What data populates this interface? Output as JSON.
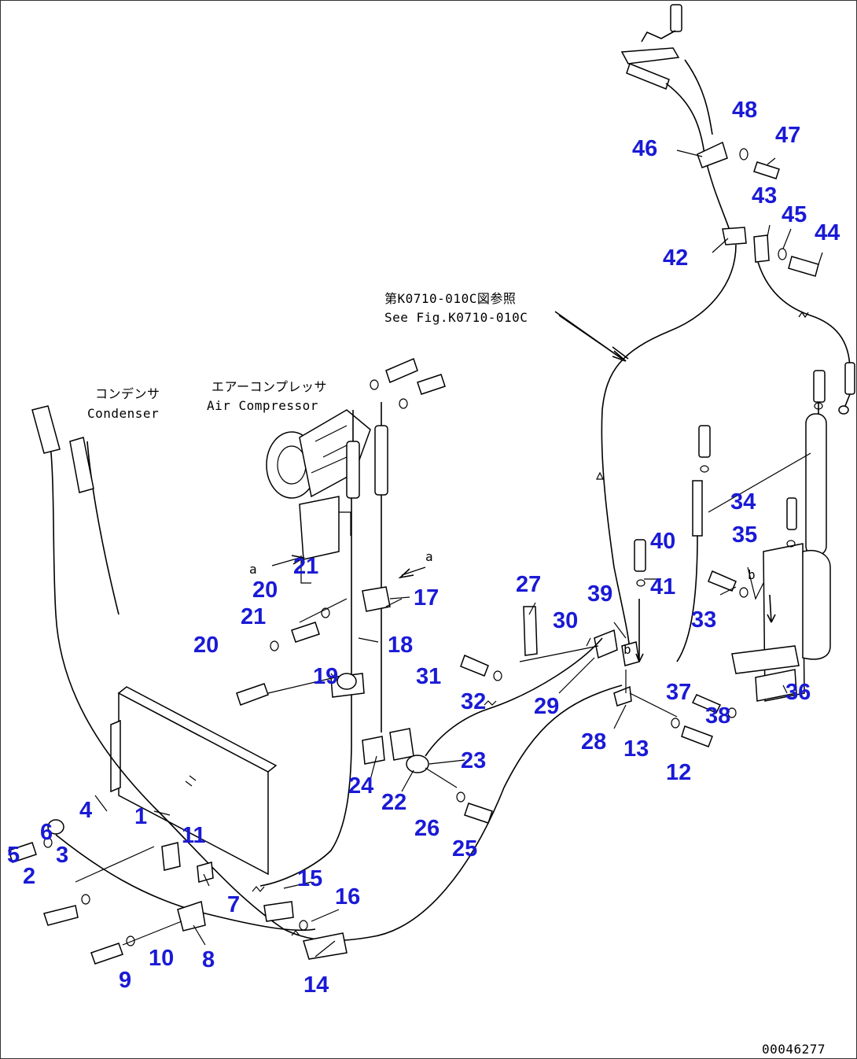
{
  "captions": {
    "air_compressor_jp": "エアーコンプレッサ",
    "air_compressor_en": "Air Compressor",
    "condenser_jp": "コンデンサ",
    "condenser_en": "Condenser",
    "see_fig_jp": "第K0710-010C図参照",
    "see_fig_en": "See Fig.K0710-010C",
    "marker_a_left": "a",
    "marker_a_right": "a",
    "marker_b_top": "b",
    "marker_b_bottom": "b",
    "drawing_number": "00046277"
  },
  "part_labels": [
    "1",
    "2",
    "3",
    "4",
    "5",
    "6",
    "7",
    "8",
    "9",
    "10",
    "11",
    "12",
    "13",
    "14",
    "15",
    "16",
    "17",
    "18",
    "19",
    "20",
    "20",
    "21",
    "21",
    "22",
    "23",
    "24",
    "25",
    "26",
    "27",
    "28",
    "29",
    "30",
    "31",
    "32",
    "33",
    "34",
    "35",
    "36",
    "37",
    "38",
    "39",
    "40",
    "41",
    "42",
    "43",
    "44",
    "45",
    "46",
    "47",
    "48"
  ],
  "colors": {
    "label": "#1a1ad6",
    "line": "#000000",
    "background": "#ffffff"
  }
}
